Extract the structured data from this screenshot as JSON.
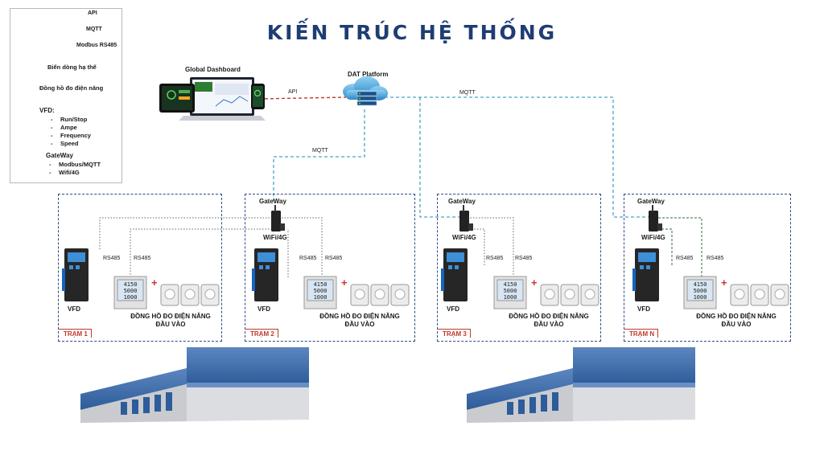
{
  "title": "KIẾN TRÚC HỆ THỐNG",
  "colors": {
    "api": "#e07a3a",
    "mqtt": "#4aa3c8",
    "modbus": "#555555",
    "api_link": "#c0392b",
    "station_border": "#2e4e86",
    "title": "#1f3d73"
  },
  "legend": {
    "api": "API",
    "mqtt": "MQTT",
    "modbus": "Modbus RS485",
    "ct": "Biến dòng hạ thế",
    "meter": "Đồng hồ đo điện năng",
    "vfd_title": "VFD:",
    "vfd_items": [
      "Run/Stop",
      "Ampe",
      "Frequency",
      "Speed"
    ],
    "gateway_title": "GateWay",
    "gateway_items": [
      "Modbus/MQTT",
      "Wifi/4G"
    ]
  },
  "dashboard": {
    "label": "Global Dashboard",
    "icon": "laptop-tablet-phone-icon"
  },
  "platform": {
    "label": "DAT Platform",
    "icon": "cloud-server-icon"
  },
  "links": {
    "api": "API",
    "mqtt_left": "MQTT",
    "mqtt_right": "MQTT"
  },
  "stations": [
    {
      "name": "TRẠM 1",
      "gateway": null,
      "vfd": "VFD",
      "rs485_a": "RS485",
      "rs485_b": "RS485",
      "meter": "ĐỒNG HỒ ĐO ĐIỆN NĂNG",
      "meter2": "ĐẦU VÀO"
    },
    {
      "name": "TRẠM 2",
      "gateway": "GateWay",
      "wifi": "WiFi/4G",
      "vfd": "VFD",
      "rs485_a": "RS485",
      "rs485_b": "RS485",
      "meter": "ĐỒNG HỒ ĐO ĐIỆN NĂNG",
      "meter2": "ĐẦU VÀO"
    },
    {
      "name": "TRẠM 3",
      "gateway": "GateWay",
      "wifi": "WiFi/4G",
      "vfd": "VFD",
      "rs485_a": "RS485",
      "rs485_b": "RS485",
      "meter": "ĐỒNG HỒ ĐO ĐIỆN NĂNG",
      "meter2": "ĐẦU VÀO"
    },
    {
      "name": "TRẠM N",
      "gateway": "GateWay",
      "wifi": "WiFi/4G",
      "vfd": "VFD",
      "rs485_a": "RS485",
      "rs485_b": "RS485",
      "meter": "ĐỒNG HỒ ĐO ĐIỆN NĂNG",
      "meter2": "ĐẦU VÀO"
    }
  ],
  "meter_display": [
    "4150",
    "5000",
    "1000"
  ]
}
